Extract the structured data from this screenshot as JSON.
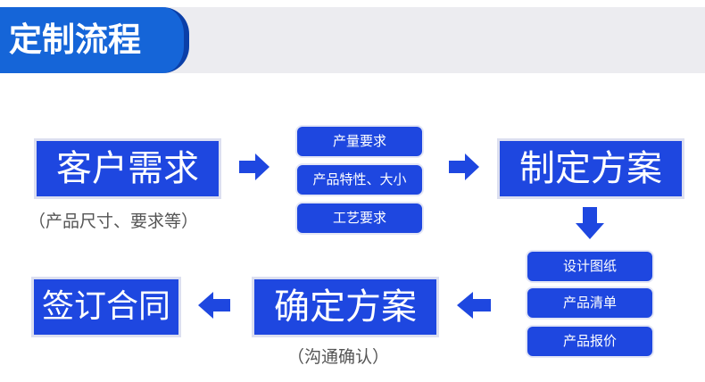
{
  "header": {
    "title": "定制流程"
  },
  "steps": {
    "customer_needs": "客户需求",
    "make_plan": "制定方案",
    "confirm_plan": "确定方案",
    "sign_contract": "签订合同"
  },
  "captions": {
    "needs_detail": "（产品尺寸、要求等）",
    "communicate": "（沟通确认）"
  },
  "requirements": [
    "产量要求",
    "产品特性、大小",
    "工艺要求"
  ],
  "deliverables": [
    "设计图纸",
    "产品清单",
    "产品报价"
  ],
  "colors": {
    "accent": "#1e47e0",
    "header_blue": "#1565d8",
    "header_band": "#ececf0"
  }
}
